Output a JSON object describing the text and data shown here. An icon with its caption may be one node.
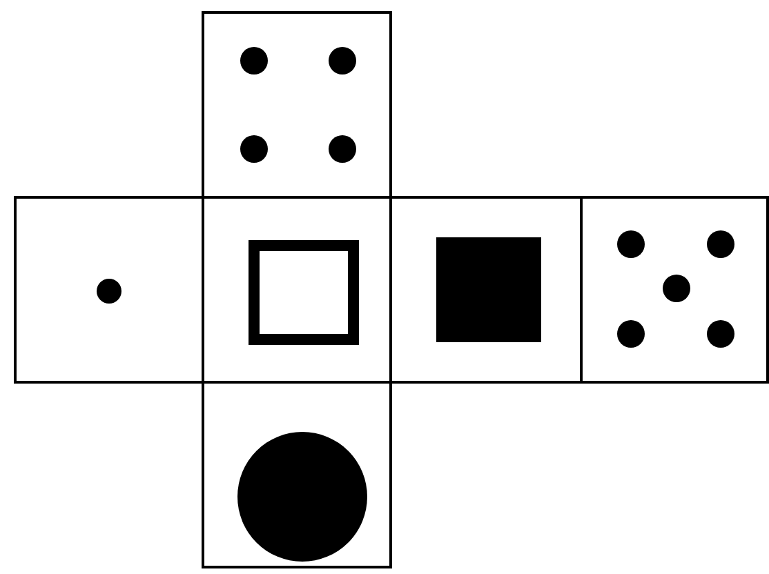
{
  "diagram": {
    "nodes": [
      {
        "text": [],
        "shape": "box"
      },
      {
        "text": [],
        "shape": "box"
      },
      {
        "text": [],
        "shape": "box"
      },
      {
        "text": [],
        "shape": "box"
      },
      {
        "text": [],
        "shape": "box"
      },
      {
        "text": [],
        "shape": "box"
      },
      {
        "text": [],
        "shape": "box",
        "in": 2
      },
      {
        "text": [],
        "shape": "box",
        "in": 3
      },
      {
        "text": [],
        "shape": "circle",
        "in": 5
      }
    ]
  }
}
